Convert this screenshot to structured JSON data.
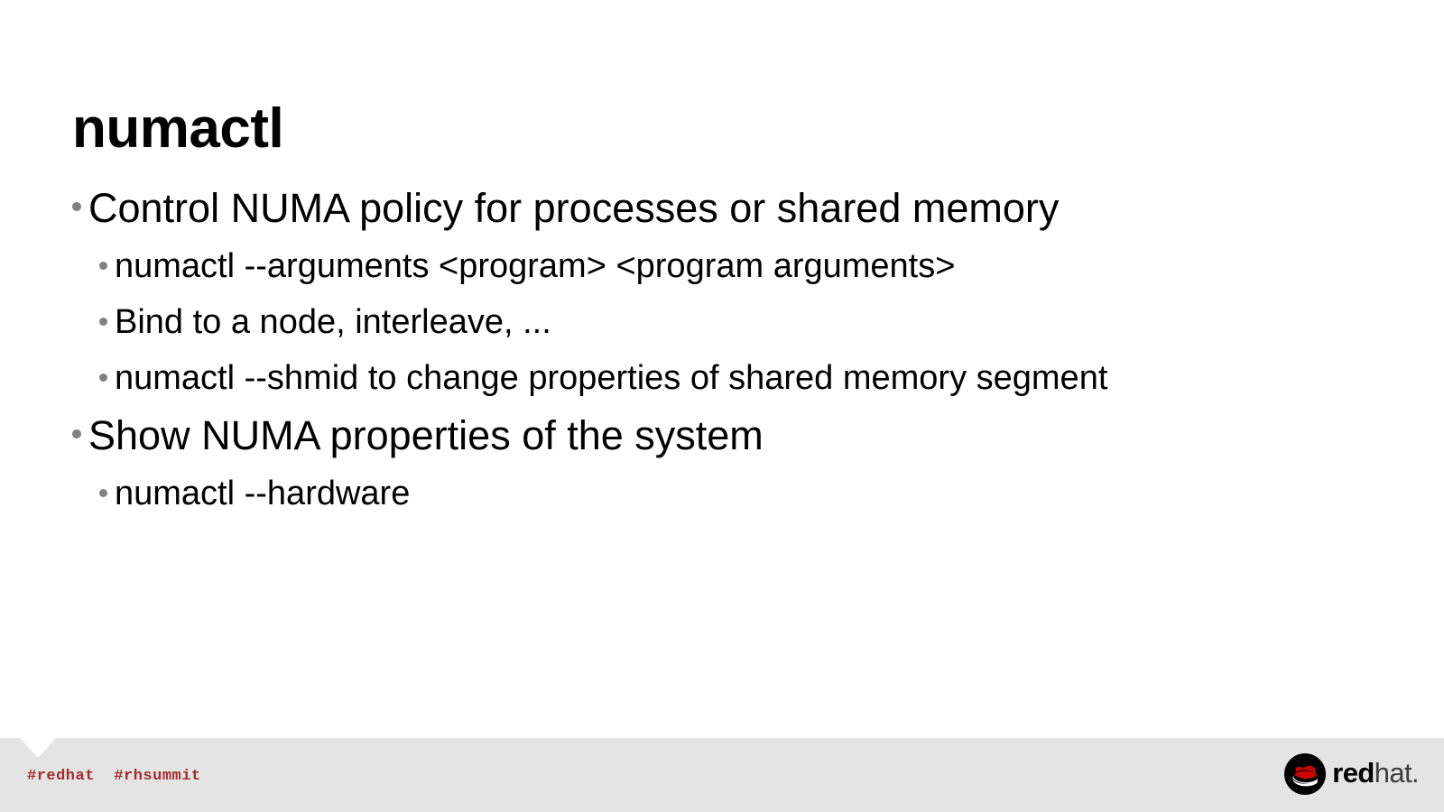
{
  "slide": {
    "title": "numactl",
    "bullets": [
      {
        "level": 1,
        "text": "Control NUMA policy for processes or shared memory"
      },
      {
        "level": 2,
        "text": "numactl --arguments <program> <program arguments>"
      },
      {
        "level": 2,
        "text": "Bind to a node, interleave, ..."
      },
      {
        "level": 2,
        "text": "numactl --shmid to change properties of shared memory segment"
      },
      {
        "level": 1,
        "text": "Show NUMA properties of the system"
      },
      {
        "level": 2,
        "text": "numactl --hardware"
      }
    ]
  },
  "footer": {
    "hashtags": "#redhat  #rhsummit",
    "hashtag_color": "#a32b2b",
    "bar_color": "#e4e4e4",
    "logo": {
      "word_red": "red",
      "word_hat": "hat.",
      "mark_name": "redhat-shadowman-logo",
      "mark_hat_color": "#cc0000",
      "mark_circle_color": "#000000"
    }
  },
  "theme": {
    "background": "#ffffff",
    "text_color": "#000000",
    "bullet_color": "#808080"
  }
}
